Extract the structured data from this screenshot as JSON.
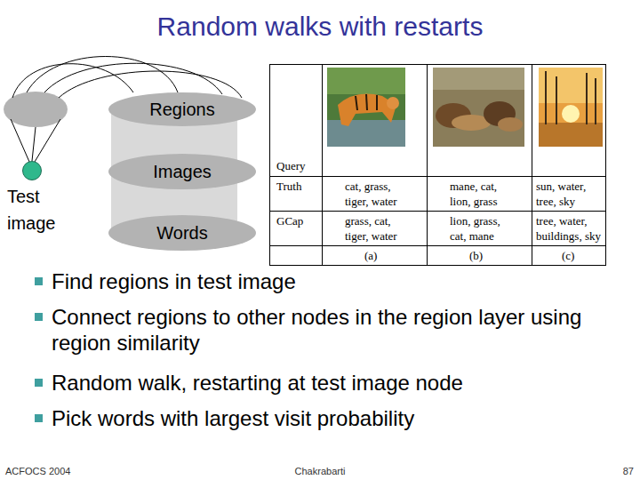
{
  "diagram": {
    "title": "Random walks with restarts",
    "nodes": [
      {
        "text": [
          "Regions"
        ]
      },
      {
        "text": [
          "Images"
        ]
      },
      {
        "text": [
          "Words"
        ]
      },
      {
        "text": [
          "Test image"
        ]
      }
    ],
    "labels": [
      "Query",
      "Truth",
      "GCap",
      "cat, grass, tiger, water",
      "mane, cat, lion, grass",
      "sun, water, tree, sky",
      "grass, cat, tiger, water",
      "lion, grass, cat, mane",
      "tree, water, buildings, sky",
      "(a)",
      "(b)",
      "(c)",
      "Find regions in test image",
      "Connect regions to other nodes in the region layer using region similarity",
      "Random walk, restarting at test image node",
      "Pick words with largest visit probability",
      "ACFOCS 2004",
      "Chakrabarti",
      "87"
    ]
  }
}
